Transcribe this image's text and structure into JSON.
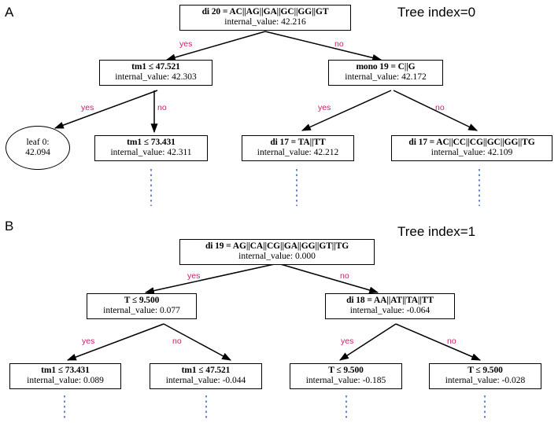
{
  "figure": {
    "panels": [
      {
        "letter": "A",
        "tree_index_label": "Tree index=0",
        "nodes": [
          {
            "id": "a-root",
            "kind": "box",
            "condition": "di 20 =  AC||AG||GA||GC||GG||GT",
            "value_label": "internal_value: 42.216"
          },
          {
            "id": "a-l",
            "kind": "box",
            "condition": "tm1 ≤ 47.521",
            "value_label": "internal_value: 42.303"
          },
          {
            "id": "a-r",
            "kind": "box",
            "condition": "mono 19 = C||G",
            "value_label": "internal_value: 42.172"
          },
          {
            "id": "a-ll",
            "kind": "leaf",
            "condition": "leaf 0:",
            "value_label": "42.094"
          },
          {
            "id": "a-lr",
            "kind": "box",
            "condition": "tm1 ≤ 73.431",
            "value_label": "internal_value: 42.311"
          },
          {
            "id": "a-rl",
            "kind": "box",
            "condition": "di 17 = TA||TT",
            "value_label": "internal_value: 42.212"
          },
          {
            "id": "a-rr",
            "kind": "box",
            "condition": "di 17 =  AC||CC||CG||GC||GG||TG",
            "value_label": "internal_value: 42.109"
          }
        ],
        "edge_labels": [
          {
            "id": "a-e1",
            "text": "yes"
          },
          {
            "id": "a-e2",
            "text": "no"
          },
          {
            "id": "a-e3",
            "text": "yes"
          },
          {
            "id": "a-e4",
            "text": "no"
          },
          {
            "id": "a-e5",
            "text": "yes"
          },
          {
            "id": "a-e6",
            "text": "no"
          }
        ]
      },
      {
        "letter": "B",
        "tree_index_label": "Tree index=1",
        "nodes": [
          {
            "id": "b-root",
            "kind": "box",
            "condition": "di 19 =  AG||CA||CG||GA||GG||GT||TG",
            "value_label": "internal_value: 0.000"
          },
          {
            "id": "b-l",
            "kind": "box",
            "condition": "T ≤ 9.500",
            "value_label": "internal_value: 0.077"
          },
          {
            "id": "b-r",
            "kind": "box",
            "condition": "di 18 =  AA||AT||TA||TT",
            "value_label": "internal_value: -0.064"
          },
          {
            "id": "b-ll",
            "kind": "box",
            "condition": "tm1 ≤ 73.431",
            "value_label": "internal_value: 0.089"
          },
          {
            "id": "b-lr",
            "kind": "box",
            "condition": "tm1 ≤ 47.521",
            "value_label": "internal_value: -0.044"
          },
          {
            "id": "b-rl",
            "kind": "box",
            "condition": "T ≤ 9.500",
            "value_label": "internal_value: -0.185"
          },
          {
            "id": "b-rr",
            "kind": "box",
            "condition": "T ≤ 9.500",
            "value_label": "internal_value: -0.028"
          }
        ],
        "edge_labels": [
          {
            "id": "b-e1",
            "text": "yes"
          },
          {
            "id": "b-e2",
            "text": "no"
          },
          {
            "id": "b-e3",
            "text": "yes"
          },
          {
            "id": "b-e4",
            "text": "no"
          },
          {
            "id": "b-e5",
            "text": "yes"
          },
          {
            "id": "b-e6",
            "text": "no"
          }
        ]
      }
    ],
    "colors": {
      "edge_label": "#d2186b",
      "node_border": "#000000",
      "continuation_line": "#4169c8",
      "background": "#ffffff"
    }
  }
}
